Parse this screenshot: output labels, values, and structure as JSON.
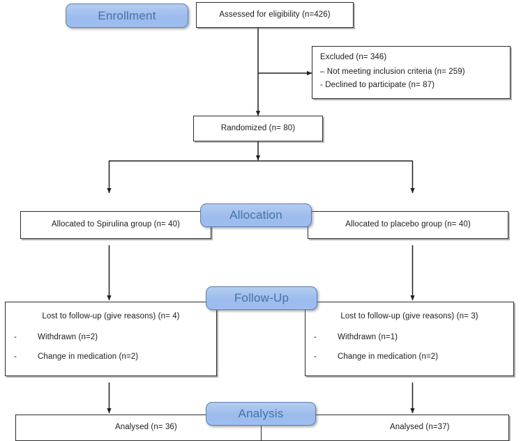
{
  "diagram": {
    "title": "CONSORT participant flow diagram",
    "accent_color": "#9dbdee",
    "banner_text_color": "#4472a8",
    "box_border_color": "#2b2b2b"
  },
  "stages": {
    "enrollment": "Enrollment",
    "allocation": "Allocation",
    "followup": "Follow-Up",
    "analysis": "Analysis"
  },
  "enrollment": {
    "assessed": "Assessed for eligibility (n=426)",
    "excluded_head": "Excluded (n= 346)",
    "excluded_reason_1": "–  Not meeting inclusion  criteria (n= 259)",
    "excluded_reason_2": "- Declined to participate (n= 87)",
    "randomized": "Randomized (n= 80)"
  },
  "allocation": {
    "left": "Allocated to Spirulina group (n= 40)",
    "right": "Allocated to placebo group (n= 40)"
  },
  "followup": {
    "left_head": "Lost to follow-up (give reasons) (n= 4)",
    "left_reason_1": "Withdrawn (n=2)",
    "left_reason_2": "Change in medication (n=2)",
    "left_dash_1": "-",
    "left_dash_2": "-",
    "right_head": "Lost to follow-up (give reasons) (n= 3)",
    "right_reason_1": "Withdrawn (n=1)",
    "right_reason_2": "Change in medication (n=2)",
    "right_dash_1": "-",
    "right_dash_2": "-"
  },
  "analysis": {
    "left": "Analysed (n= 36)",
    "right": "Analysed (n=37)"
  }
}
